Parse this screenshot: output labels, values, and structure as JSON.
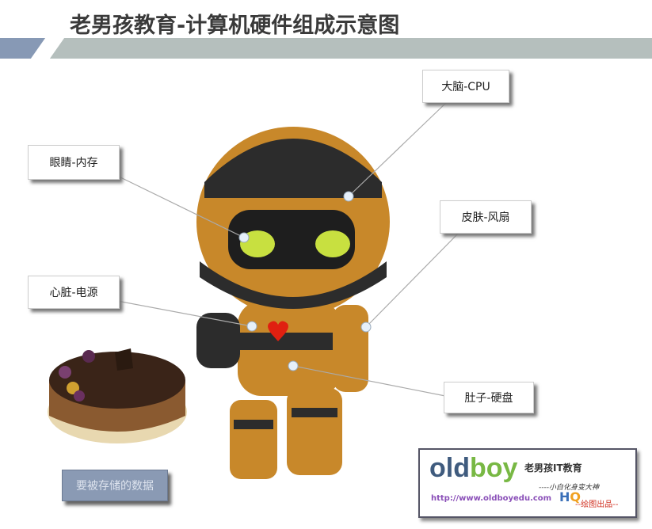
{
  "title": "老男孩教育-计算机硬件组成示意图",
  "labels": {
    "cpu": "大脑-CPU",
    "memory": "眼睛-内存",
    "fan": "皮肤-风扇",
    "power": "心脏-电源",
    "disk": "肚子-硬盘"
  },
  "data_box": "要被存储的数据",
  "logo": {
    "brand_part1": "old",
    "brand_part2": "boy",
    "cn_name": "老男孩IT教育",
    "slogan": "----小白化身变大神",
    "url": "http://www.oldboyedu.com",
    "hq_h": "H",
    "hq_q": "Q",
    "made_by": "--绘图出品--"
  },
  "colors": {
    "robot_orange": "#c8882a",
    "robot_dark": "#2c2c2c",
    "eye": "#c8e040",
    "accent_bar": "#8799b5",
    "title_bar": "#b5bfbd"
  }
}
